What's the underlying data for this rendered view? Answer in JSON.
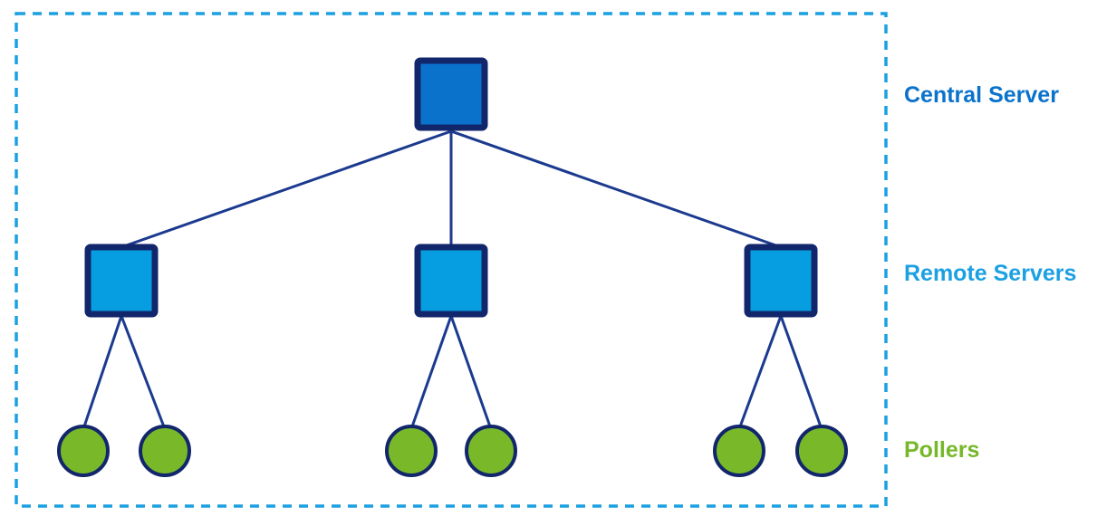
{
  "diagram": {
    "type": "topology-tree",
    "tiers": {
      "central": {
        "label": "Central Server",
        "node_count": 1,
        "shape": "square"
      },
      "remote": {
        "label": "Remote Servers",
        "node_count": 3,
        "shape": "square"
      },
      "pollers": {
        "label": "Pollers",
        "node_count": 6,
        "shape": "circle"
      }
    },
    "colors": {
      "central_fill": "#0B72CC",
      "remote_fill": "#069EE1",
      "poller_fill": "#79B829",
      "node_border": "#12266B",
      "edge_color": "#1B3A8F",
      "boundary_color": "#1BA0E2",
      "central_label_color": "#0B72CC",
      "remote_label_color": "#1BA0E2",
      "poller_label_color": "#76B82A"
    },
    "structure": {
      "edges": [
        "central-server -> remote-server-1",
        "central-server -> remote-server-2",
        "central-server -> remote-server-3",
        "remote-server-1 -> poller-1",
        "remote-server-1 -> poller-2",
        "remote-server-2 -> poller-3",
        "remote-server-2 -> poller-4",
        "remote-server-3 -> poller-5",
        "remote-server-3 -> poller-6"
      ]
    }
  }
}
